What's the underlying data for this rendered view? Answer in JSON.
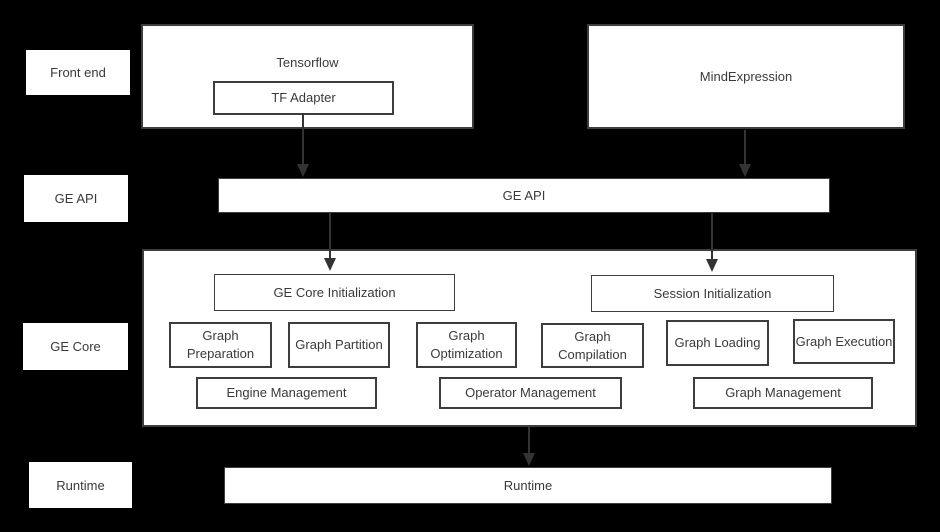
{
  "colors": {
    "background": "#000000",
    "box_fill": "#ffffff",
    "border": "#3d3d3d",
    "text": "#3a3a3a",
    "arrow": "#333333"
  },
  "row_labels": {
    "front_end": "Front end",
    "ge_api": "GE API",
    "ge_core": "GE Core",
    "runtime": "Runtime"
  },
  "front_end_layer": {
    "tensorflow": "Tensorflow",
    "tf_adapter": "TF Adapter",
    "mind_expression": "MindExpression"
  },
  "ge_api_layer": {
    "bar": "GE API"
  },
  "ge_core_layer": {
    "ge_core_initialization": "GE Core Initialization",
    "session_initialization": "Session Initialization",
    "stages": [
      "Graph Preparation",
      "Graph Partition",
      "Graph Optimization",
      "Graph Compilation",
      "Graph Loading",
      "Graph Execution"
    ],
    "management": [
      "Engine Management",
      "Operator Management",
      "Graph Management"
    ]
  },
  "runtime_layer": {
    "bar": "Runtime"
  }
}
